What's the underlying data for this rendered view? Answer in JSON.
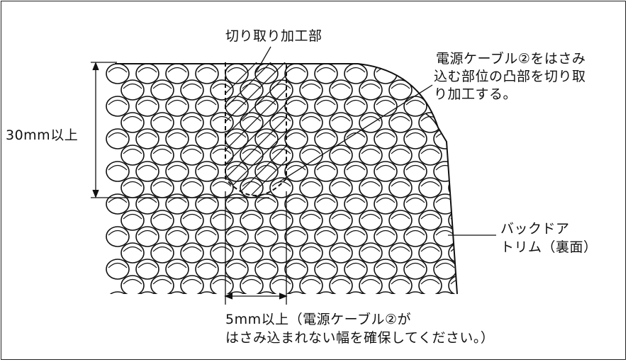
{
  "labels": {
    "cutout": "切り取り加工部",
    "note_line1": "電源ケーブル②をはさみ",
    "note_line2": "込む部位の凸部を切り取",
    "note_line3": "り加工する。",
    "height_dim": "30mm以上",
    "trim_line1": "バックドア",
    "trim_line2": "トリム（裏面）",
    "width_line1": "5mm以上（電源ケーブル②が",
    "width_line2": "はさみ込まれない幅を確保してください。）"
  },
  "colors": {
    "line": "#111111",
    "background": "#ffffff"
  }
}
